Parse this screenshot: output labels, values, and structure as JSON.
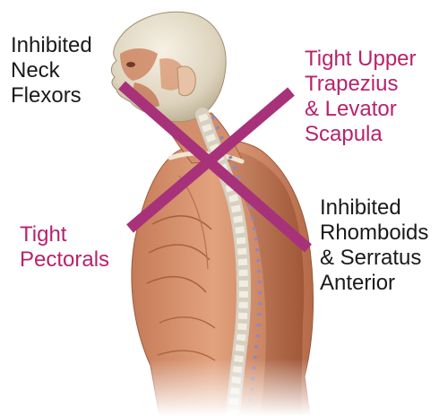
{
  "labels": {
    "neck_flexors": [
      "Inhibited",
      "Neck",
      "Flexors"
    ],
    "upper_trapezius": [
      "Tight Upper",
      "Trapezius",
      "& Levator",
      "Scapula"
    ],
    "pectorals": [
      "Tight",
      "Pectorals"
    ],
    "rhomboids": [
      "Inhibited",
      "Rhomboids",
      "& Serratus",
      "Anterior"
    ]
  },
  "colors": {
    "tight": "#b8226b",
    "inhibited": "#1a1a1a",
    "cross": "#a8327a"
  }
}
